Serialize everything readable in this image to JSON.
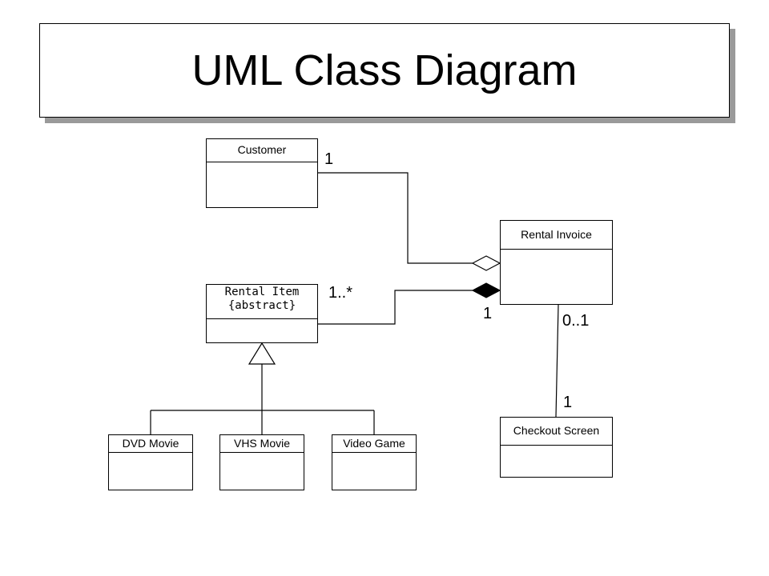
{
  "title": "UML Class Diagram",
  "classes": {
    "customer": {
      "name": "Customer"
    },
    "rental_invoice": {
      "name": "Rental Invoice"
    },
    "rental_item": {
      "name": "Rental Item",
      "stereotype": "{abstract}"
    },
    "checkout_screen": {
      "name": "Checkout Screen"
    },
    "dvd_movie": {
      "name": "DVD Movie"
    },
    "vhs_movie": {
      "name": "VHS Movie"
    },
    "video_game": {
      "name": "Video Game"
    }
  },
  "multiplicities": {
    "customer_end": "1",
    "rental_item_end": "1..*",
    "invoice_composition_end": "1",
    "invoice_checkout_end": "0..1",
    "checkout_end": "1"
  }
}
